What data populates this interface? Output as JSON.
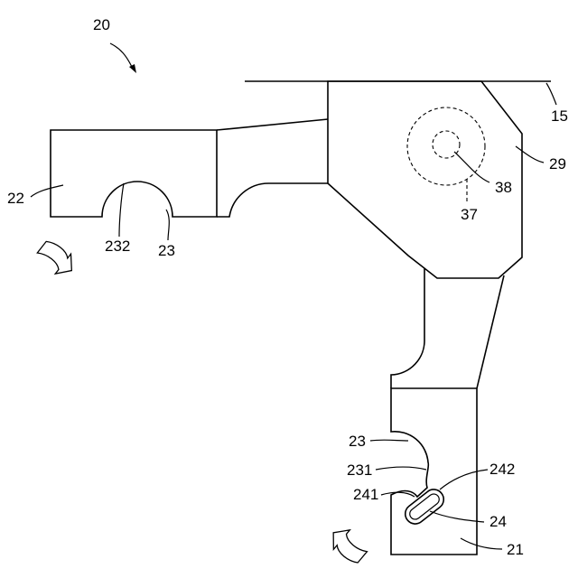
{
  "labels": {
    "n20": "20",
    "n15": "15",
    "n29": "29",
    "n38": "38",
    "n37": "37",
    "n22": "22",
    "n232": "232",
    "n23_top": "23",
    "n23_bottom": "23",
    "n231": "231",
    "n242": "242",
    "n241": "241",
    "n24": "24",
    "n21": "21"
  },
  "icons": {
    "rotation_left": "curved-arrow-clockwise-icon",
    "rotation_right": "curved-arrow-counterclockwise-icon"
  }
}
